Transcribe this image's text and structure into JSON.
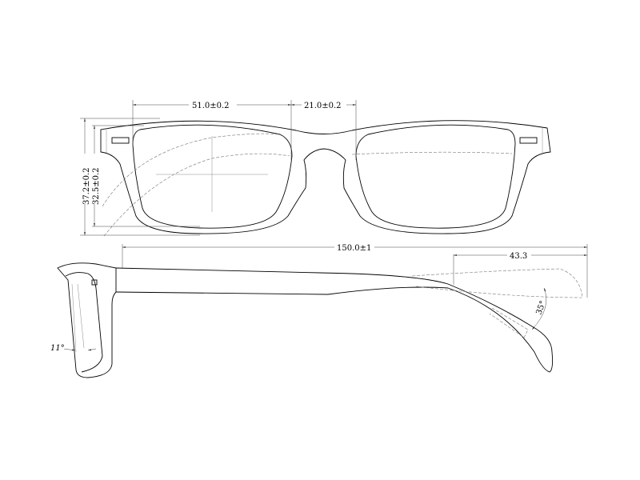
{
  "drawing": {
    "front_view": {
      "lens_width": "51.0±0.2",
      "bridge_width": "21.0±0.2",
      "frame_height": "37.2±0.2",
      "lens_height": "32.5±0.2"
    },
    "side_view": {
      "temple_length": "150.0±1",
      "bend_length": "43.3",
      "bend_angle": "35°",
      "pantoscopic_angle": "11°"
    }
  }
}
